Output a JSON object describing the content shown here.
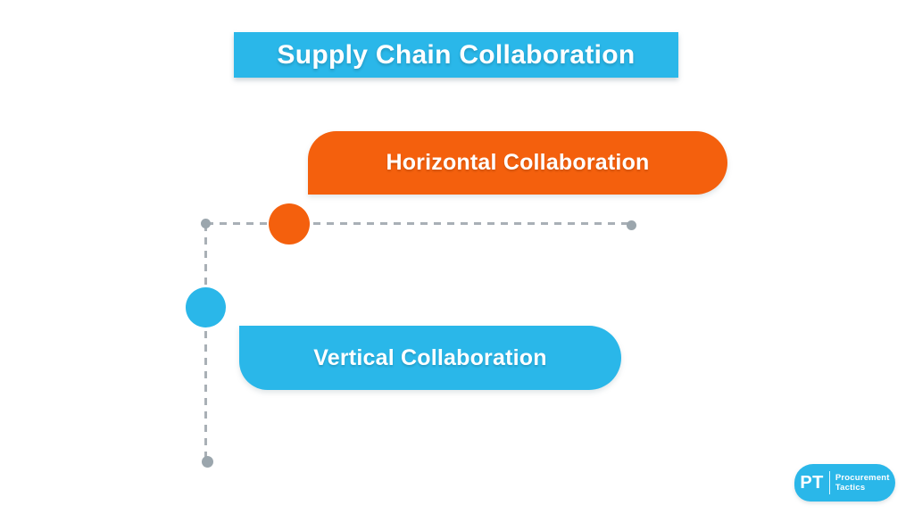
{
  "title": {
    "text": "Supply Chain Collaboration",
    "bg_color": "#2AB7E9",
    "text_color": "#ffffff"
  },
  "diagram": {
    "branches": [
      {
        "id": "horizontal",
        "label": "Horizontal Collaboration",
        "color": "#F4600D"
      },
      {
        "id": "vertical",
        "label": "Vertical Collaboration",
        "color": "#2AB7E9"
      }
    ],
    "axis": {
      "dash_color": "#A9B0B6",
      "endpoint_dot_color": "#9BA6AD",
      "orientation": "L-shape: horizontal line right from origin, vertical line down from origin"
    }
  },
  "logo": {
    "initials": "PT",
    "name_line1": "Procurement",
    "name_line2": "Tactics",
    "bg_color": "#2AB7E9",
    "text_color": "#ffffff"
  }
}
